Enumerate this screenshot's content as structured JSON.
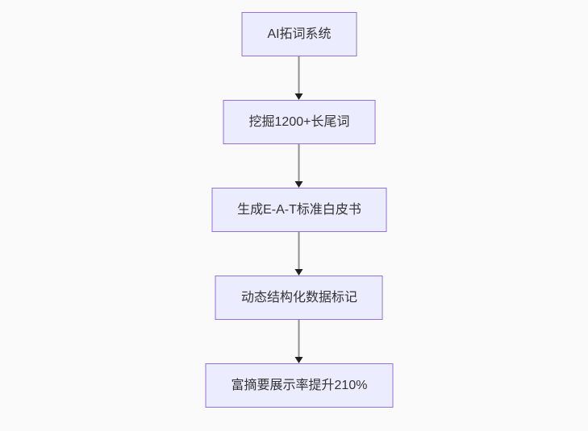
{
  "page": {
    "background_color": "#fafafa"
  },
  "flowchart": {
    "type": "flowchart",
    "direction": "top-down",
    "node_fill_color": "#ECECFF",
    "node_border_color": "#9370DB",
    "node_text_color": "#333333",
    "edge_line_color": "#8f8f8f",
    "arrowhead_color": "#1f1f1f",
    "nodes": [
      {
        "id": "n1",
        "label": "AI拓词系统"
      },
      {
        "id": "n2",
        "label": "挖掘1200+长尾词"
      },
      {
        "id": "n3",
        "label": "生成E-A-T标准白皮书"
      },
      {
        "id": "n4",
        "label": "动态结构化数据标记"
      },
      {
        "id": "n5",
        "label": "富摘要展示率提升210%"
      }
    ],
    "edges": [
      {
        "from": "n1",
        "to": "n2",
        "arrow": "down"
      },
      {
        "from": "n2",
        "to": "n3",
        "arrow": "down"
      },
      {
        "from": "n3",
        "to": "n4",
        "arrow": "down"
      },
      {
        "from": "n4",
        "to": "n5",
        "arrow": "down"
      }
    ]
  }
}
